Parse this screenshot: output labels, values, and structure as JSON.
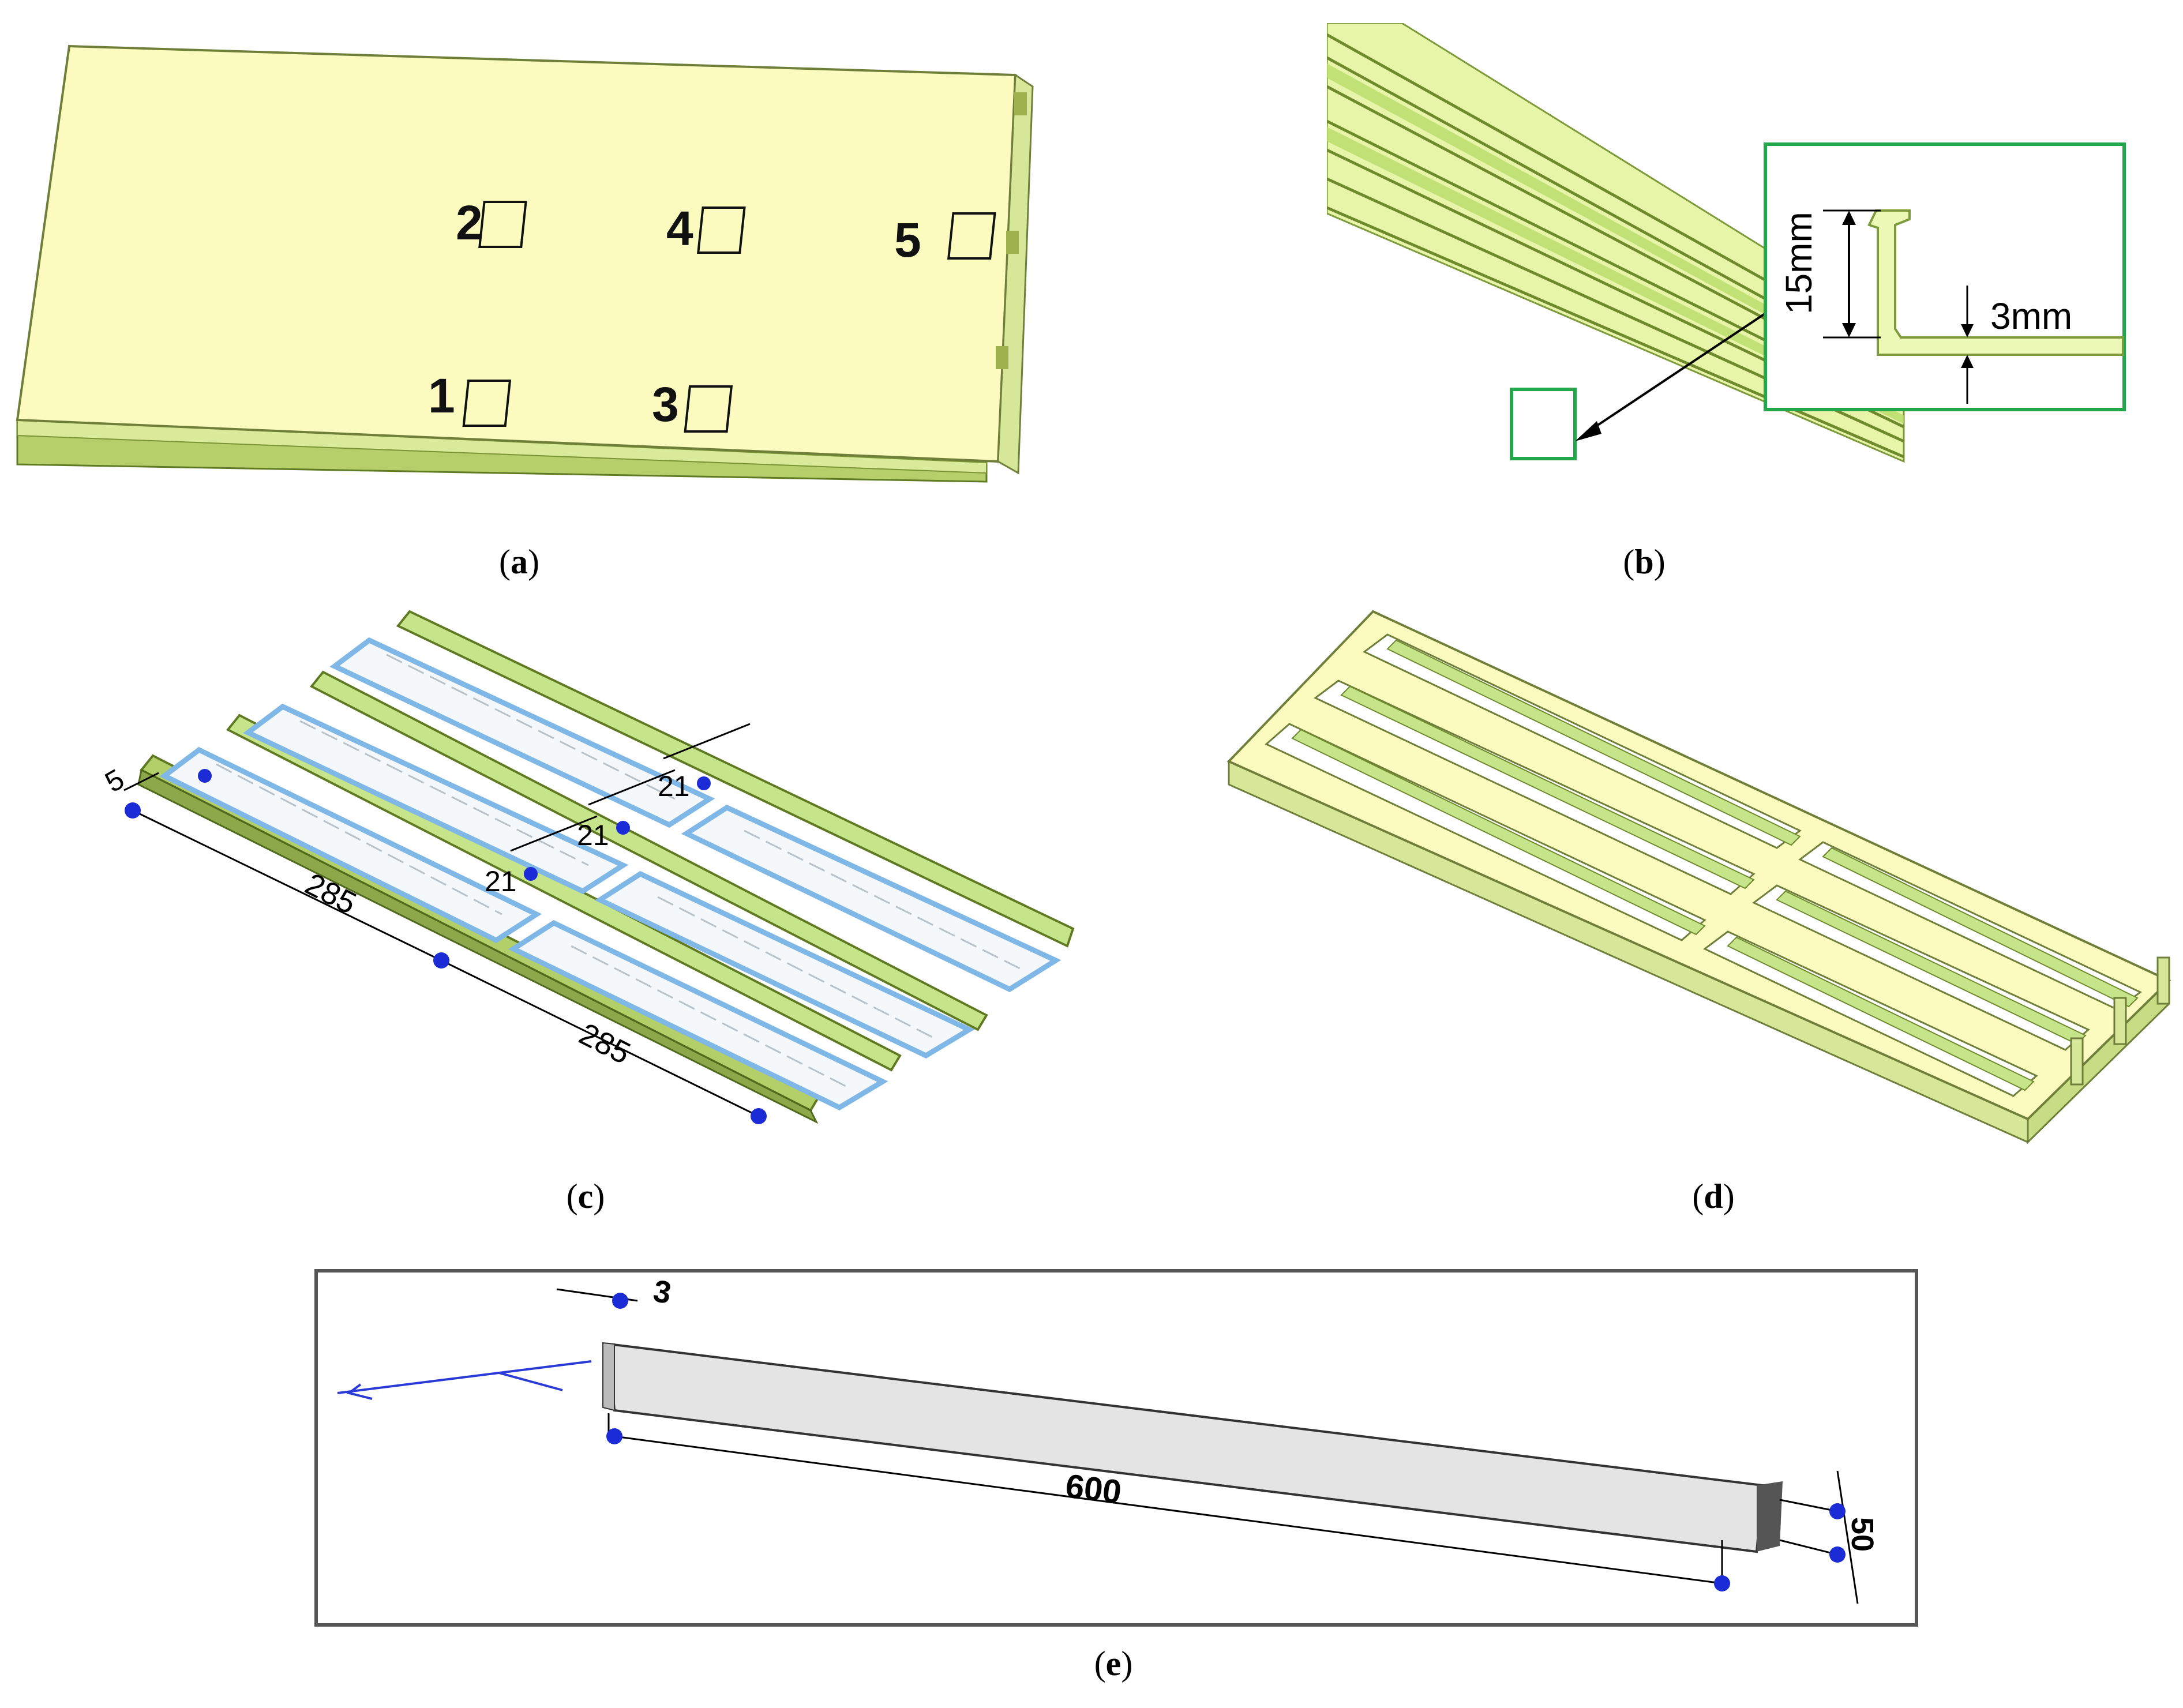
{
  "panels": {
    "a": {
      "caption_letter": "a",
      "markers": [
        {
          "label": "1"
        },
        {
          "label": "2"
        },
        {
          "label": "3"
        },
        {
          "label": "4"
        },
        {
          "label": "5"
        }
      ]
    },
    "b": {
      "caption_letter": "b",
      "dim_height": "15mm",
      "dim_thickness": "3mm"
    },
    "c": {
      "caption_letter": "c",
      "dim_edge": "5",
      "dim_span_1": "285",
      "dim_span_2": "285",
      "dim_gap_1": "21",
      "dim_gap_2": "21",
      "dim_gap_3": "21"
    },
    "d": {
      "caption_letter": "d"
    },
    "e": {
      "caption_letter": "e",
      "dim_thickness": "3",
      "dim_length": "600",
      "dim_height": "50"
    }
  },
  "colors": {
    "panel_fill": "#fbfbc0",
    "panel_edge": "#c8d98a",
    "rib_green": "#c6e58a",
    "rib_dark": "#7e9a3c",
    "inset_border": "#22a84a",
    "sketch_blue": "#7fb8e6",
    "point_blue": "#1b2bd6",
    "beam_fill": "#e4e4e4"
  }
}
